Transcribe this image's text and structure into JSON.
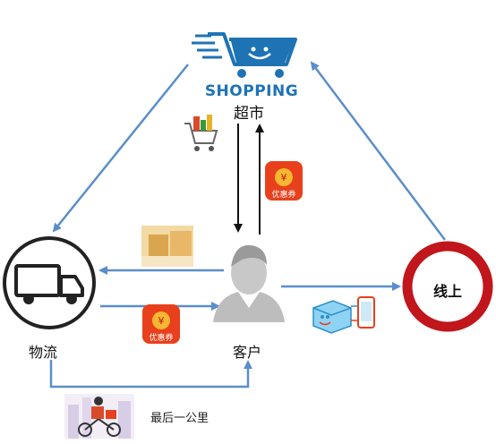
{
  "nodes": {
    "shopping_logo": "SHOPPING",
    "supermarket": "超市",
    "logistics": "物流",
    "customer": "客户",
    "online": "线上"
  },
  "last_mile": "最后一公里",
  "coupon_label": "优惠券",
  "colors": {
    "arrow_blue": "#5b8ec9",
    "online_ring": "#c0161c",
    "brand_blue": "#1e73b5",
    "coupon_red": "#e8401c"
  }
}
